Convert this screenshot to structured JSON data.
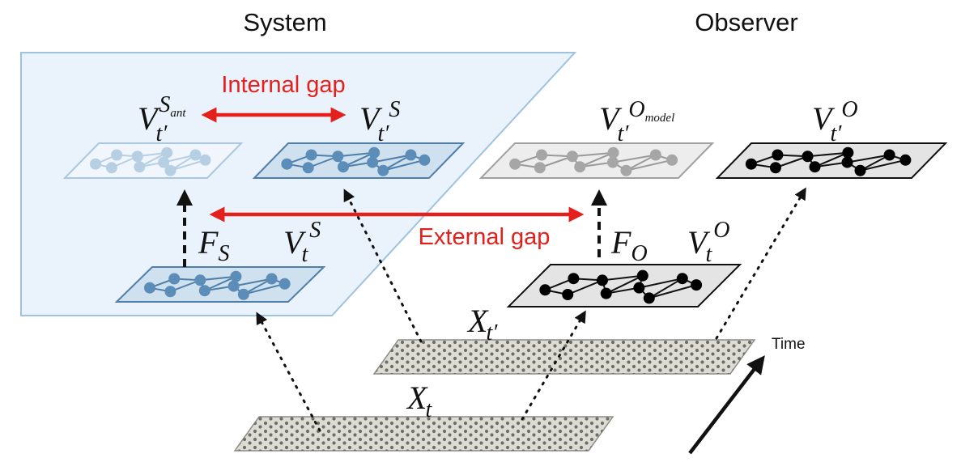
{
  "headers": {
    "system": "System",
    "observer": "Observer"
  },
  "gaps": {
    "internal": "Internal gap",
    "external": "External gap"
  },
  "axis": {
    "time": "Time"
  },
  "symbols": {
    "V": "V",
    "X": "X",
    "F": "F",
    "t": "t",
    "t_prime": "t′",
    "S": "S",
    "O": "O",
    "ant": "ant",
    "model": "model"
  },
  "colors": {
    "gap_red": "#e4201c",
    "system_panel": "#eaf3fb",
    "system_node": "#5b8db8",
    "system_node_faded": "#b7cfe3",
    "observer_node": "#000000",
    "observer_node_gray": "#a6a6a6"
  }
}
